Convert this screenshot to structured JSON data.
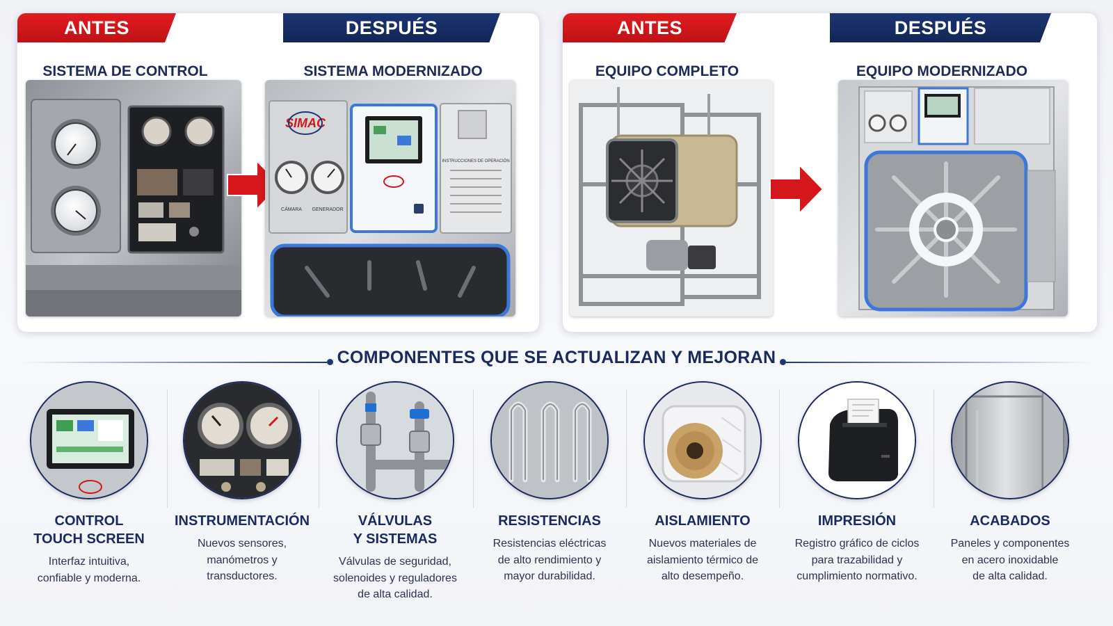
{
  "left_panel": {
    "antes_label": "ANTES",
    "despues_label": "DESPUÉS",
    "antes_subtitle": "SISTEMA DE CONTROL",
    "despues_subtitle": "SISTEMA MODERNIZADO",
    "after_logo_text": "SIMAC",
    "gauge_label_1": "CÁMARA",
    "gauge_label_2": "GENERADOR",
    "placard_title": "INSTRUCCIONES DE OPERACIÓN"
  },
  "right_panel": {
    "antes_label": "ANTES",
    "despues_label": "DESPUÉS",
    "antes_subtitle": "EQUIPO COMPLETO",
    "despues_subtitle": "EQUIPO MODERNIZADO"
  },
  "section_title": "COMPONENTES QUE SE ACTUALIZAN Y MEJORAN",
  "components": [
    {
      "icon": "touch-screen-icon",
      "title": "CONTROL\nTOUCH SCREEN",
      "desc": "Interfaz intuitiva,\nconfiable y moderna."
    },
    {
      "icon": "gauges-icon",
      "title": "INSTRUMENTACIÓN",
      "desc": "Nuevos sensores,\nmanómetros y\ntransductores."
    },
    {
      "icon": "valves-icon",
      "title": "VÁLVULAS\nY SISTEMAS",
      "desc": "Válvulas de seguridad,\nsolenoides y reguladores\nde alta calidad."
    },
    {
      "icon": "heating-elements-icon",
      "title": "RESISTENCIAS",
      "desc": "Resistencias eléctricas\nde alto rendimiento y\nmayor durabilidad."
    },
    {
      "icon": "insulation-icon",
      "title": "AISLAMIENTO",
      "desc": "Nuevos materiales de\naislamiento térmico de\nalto desempeño."
    },
    {
      "icon": "printer-icon",
      "title": "IMPRESIÓN",
      "desc": "Registro gráfico de ciclos\npara trazabilidad y\ncumplimiento normativo."
    },
    {
      "icon": "steel-panels-icon",
      "title": "ACABADOS",
      "desc": "Paneles y componentes\nen acero inoxidable\nde alta calidad."
    }
  ],
  "colors": {
    "antes_red": "#d5171b",
    "despues_navy": "#172d66",
    "text_navy": "#1a2a5e",
    "screen_frame_blue": "#3b78d8"
  }
}
